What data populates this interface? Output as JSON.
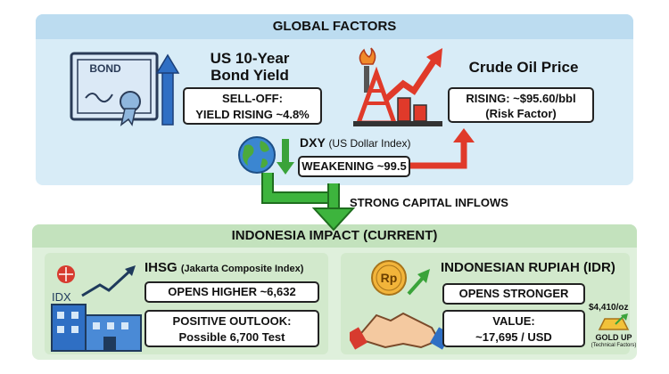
{
  "global": {
    "header": "GLOBAL FACTORS",
    "bond": {
      "icon_label": "BOND",
      "title_line1": "US 10-Year",
      "title_line2": "Bond Yield",
      "status_line1": "SELL-OFF:",
      "status_line2": "YIELD RISING ~4.8%"
    },
    "oil": {
      "title": "Crude Oil Price",
      "status_line1": "RISING: ~$95.60/bbl",
      "status_line2": "(Risk Factor)"
    },
    "dxy": {
      "title": "DXY",
      "title_sub": "(US Dollar Index)",
      "status": "WEAKENING ~99.5"
    },
    "flow_label": "STRONG CAPITAL INFLOWS"
  },
  "indonesia": {
    "header": "INDONESIA IMPACT (CURRENT)",
    "ihsg": {
      "logo_label": "IDX",
      "title": "IHSG",
      "title_sub": "(Jakarta Composite Index)",
      "status": "OPENS HIGHER ~6,632",
      "outlook_line1": "POSITIVE OUTLOOK:",
      "outlook_line2": "Possible 6,700 Test"
    },
    "idr": {
      "coin_label": "Rp",
      "title": "INDONESIAN RUPIAH (IDR)",
      "status": "OPENS STRONGER",
      "value_line1": "VALUE:",
      "value_line2": "~17,695 / USD"
    },
    "gold": {
      "price": "$4,410/oz",
      "label": "GOLD UP",
      "sub": "(Technical Factors)"
    }
  },
  "colors": {
    "up_arrow": "#2f6fc4",
    "down_arrow": "#3aa33a",
    "oil_red": "#e03a2a",
    "flow_green": "#3db43d"
  }
}
